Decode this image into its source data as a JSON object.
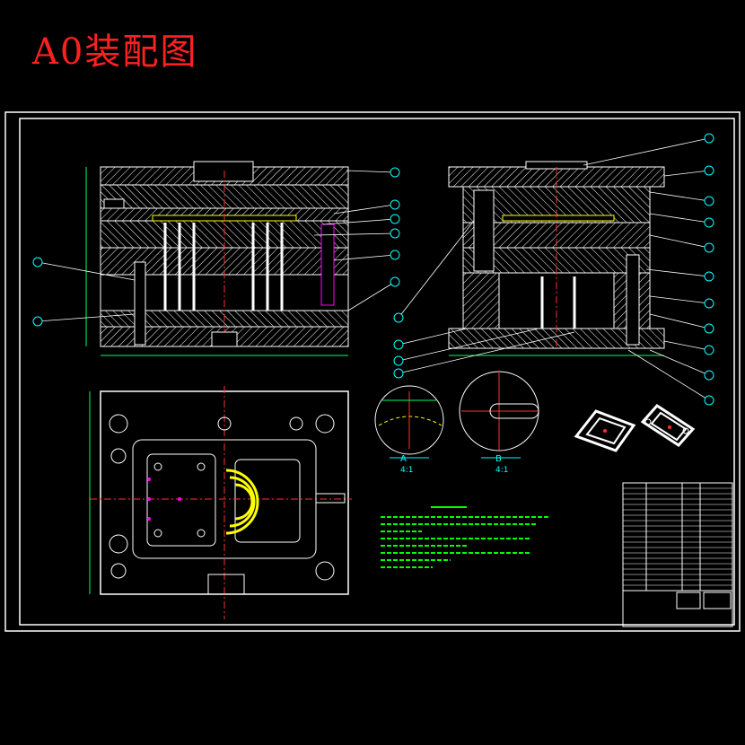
{
  "title": "A0装配图",
  "colors": {
    "background": "#000000",
    "title": "#ff2020",
    "frame": "#ffffff",
    "hatch": "#ffffff",
    "callout": "#00ffff",
    "dimension": "#00ff66",
    "centerline": "#ff3030",
    "insert": "#ffff00",
    "pins": "#ff00ff",
    "notes": "#00ff00"
  },
  "section_labels": {
    "section_a": "A",
    "section_a_scale": "4:1",
    "section_b": "B",
    "section_b_scale": "4:1"
  }
}
